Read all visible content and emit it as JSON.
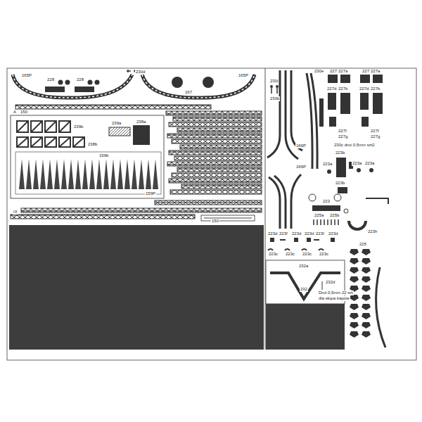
{
  "diagram": {
    "labels": [
      "165P",
      "228",
      "228",
      "230d",
      "167",
      "165P",
      "230i",
      "230b",
      "230e",
      "227",
      "227a",
      "227",
      "227a",
      "227d",
      "227b",
      "227d",
      "227b",
      "227f",
      "227g",
      "227f",
      "227g",
      "230c drut 0,5mm szt2",
      "166P",
      "166P",
      "223b",
      "223a",
      "223a",
      "223a",
      "223b",
      "223",
      "225a",
      "225b",
      "223h",
      "225",
      "223d",
      "223f",
      "223d",
      "223d",
      "223f",
      "223d",
      "223c",
      "223c",
      "223c",
      "223c",
      "232a",
      "232",
      "232d",
      "Drut 0,5mm 22 szt",
      "dla słupa trapów",
      "A",
      "150",
      "239b",
      "239a",
      "238a",
      "238b",
      "159b",
      "159P",
      "IX",
      "150"
    ]
  }
}
